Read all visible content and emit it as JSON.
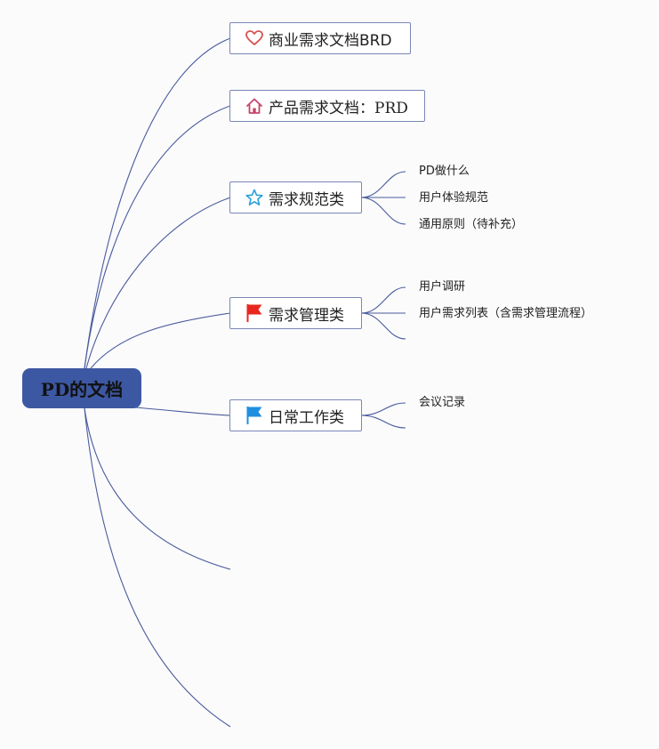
{
  "root": {
    "label": "PD的文档"
  },
  "branches": [
    {
      "label": "商业需求文档BRD",
      "icon": "heart-icon"
    },
    {
      "label": "产品需求文档：PRD",
      "icon": "home-icon"
    },
    {
      "label": "需求规范类",
      "icon": "star-icon",
      "children": [
        "PD做什么",
        "用户体验规范",
        "通用原则（待补充）"
      ]
    },
    {
      "label": "需求管理类",
      "icon": "red-flag-icon",
      "children": [
        "用户调研",
        "用户需求列表（含需求管理流程）",
        ""
      ]
    },
    {
      "label": "日常工作类",
      "icon": "blue-flag-icon",
      "children": [
        "会议记录",
        ""
      ]
    }
  ],
  "colors": {
    "root_fill": "#3d58a2",
    "connector": "#4a5b9c",
    "node_border": "#7a86b8",
    "heart": "#d9534f",
    "home": "#c8456a",
    "star": "#2a9fd8",
    "red_flag": "#e8281f",
    "blue_flag": "#1f8fe0"
  }
}
